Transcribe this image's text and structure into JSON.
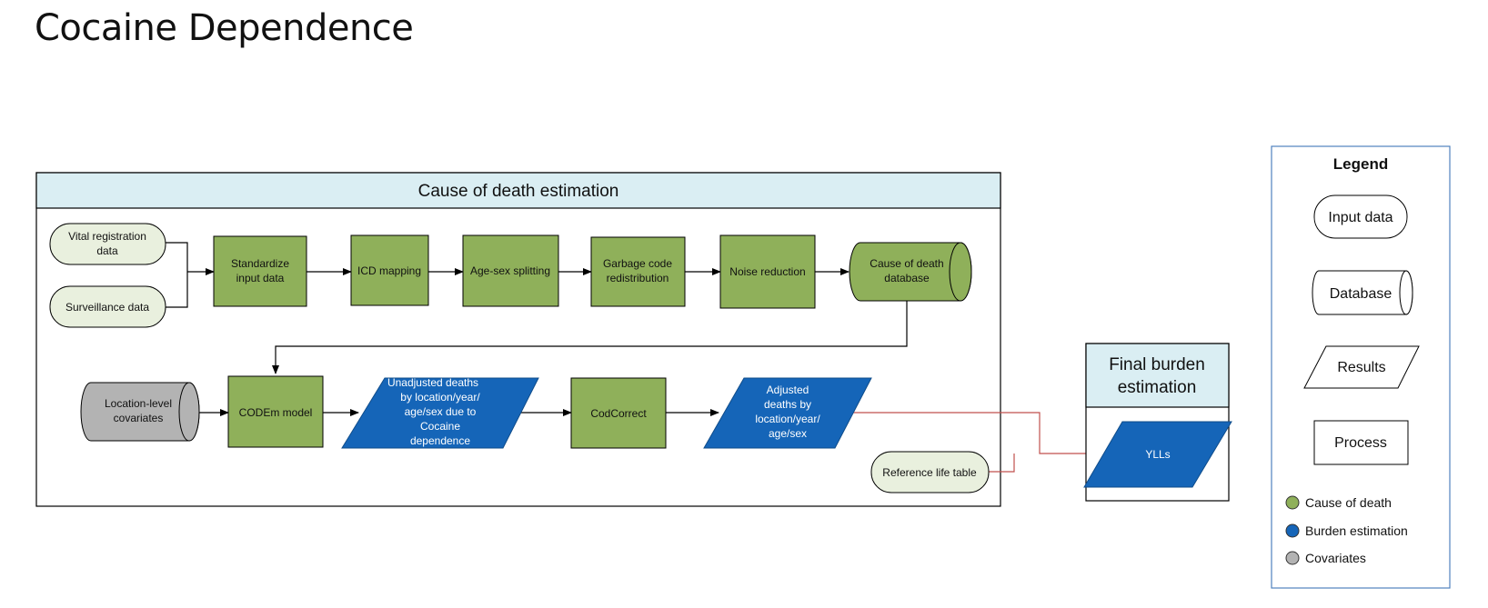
{
  "title": "Cocaine Dependence",
  "cod_panel": {
    "header": "Cause of death estimation"
  },
  "final_panel": {
    "header_line1": "Final burden",
    "header_line2": "estimation"
  },
  "nodes": {
    "vital_registration": [
      "Vital registration",
      "data"
    ],
    "surveillance": [
      "Surveillance data"
    ],
    "standardize": [
      "Standardize",
      "input data"
    ],
    "icd_mapping": [
      "ICD mapping"
    ],
    "age_sex_splitting": [
      "Age-sex splitting"
    ],
    "garbage_code": [
      "Garbage code",
      "redistribution"
    ],
    "noise_reduction": [
      "Noise reduction"
    ],
    "cod_database": [
      "Cause of death",
      "database"
    ],
    "location_covariates": [
      "Location-level",
      "covariates"
    ],
    "codem": [
      "CODEm model"
    ],
    "unadjusted_deaths": [
      "Unadjusted deaths",
      "by location/year/",
      "age/sex due to",
      "Cocaine",
      "dependence"
    ],
    "codcorrect": [
      "CodCorrect"
    ],
    "adjusted_deaths": [
      "Adjusted",
      "deaths by",
      "location/year/",
      "age/sex"
    ],
    "reference_life_table": [
      "Reference life table"
    ],
    "ylls": [
      "YLLs"
    ]
  },
  "legend": {
    "title": "Legend",
    "shapes": {
      "input_data": "Input data",
      "database": "Database",
      "results": "Results",
      "process": "Process"
    },
    "colors": [
      {
        "label": "Cause of death",
        "color": "#8fb05a"
      },
      {
        "label": "Burden estimation",
        "color": "#1565b8"
      },
      {
        "label": "Covariates",
        "color": "#b3b3b3"
      }
    ]
  },
  "colors": {
    "process_green": "#8fb05a",
    "input_fill": "#e9f0de",
    "burden_blue": "#1565b8",
    "covariate_gray": "#b3b3b3",
    "header_fill": "#daeef3",
    "link_red": "#c0504d"
  }
}
